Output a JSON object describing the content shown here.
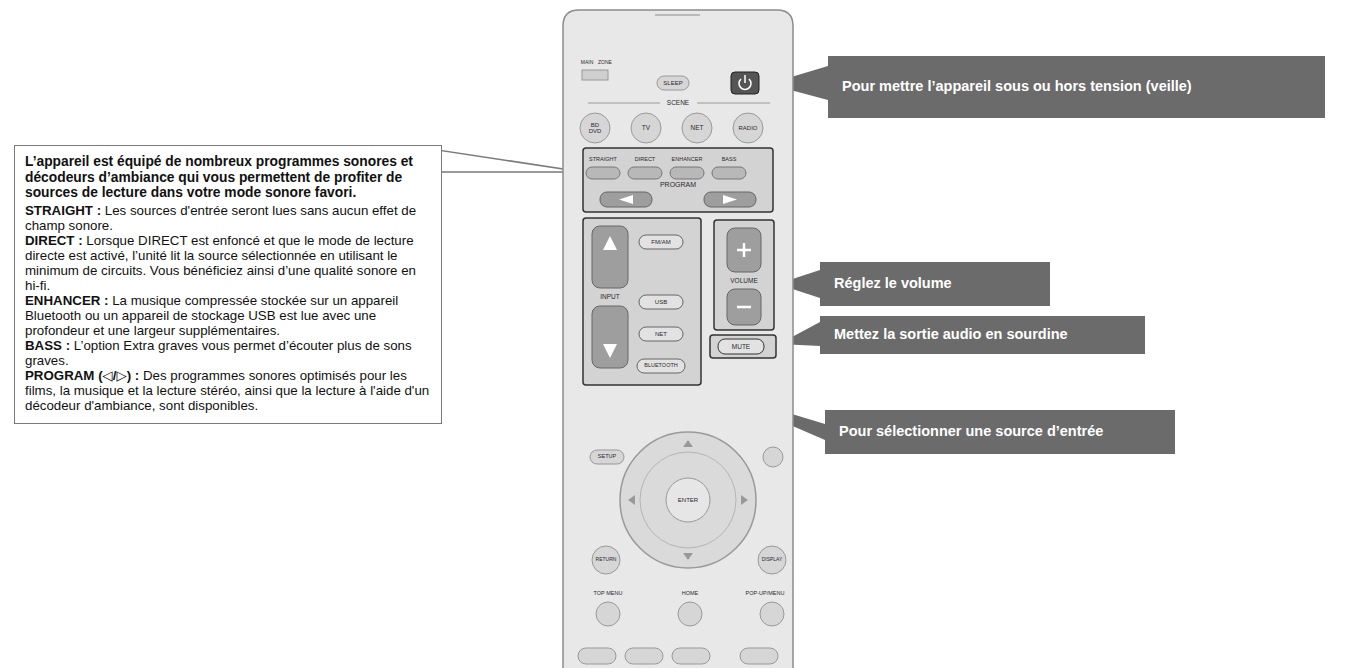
{
  "diagram": {
    "nodes": [
      {
        "text": [
          "Pour mettre l’appareil sous ou hors tension (veille)"
        ]
      },
      {
        "text": [
          "L’appareil est équipé de nombreux programmes sonores et décodeurs d’ambiance qui vous permettent de profiter de sources de lecture dans votre mode sonore favori.",
          "STRAIGHT :",
          "Les sources d'entrée seront lues sans aucun effet de champ sonore.",
          "DIRECT :",
          "Lorsque DIRECT est enfoncé et que le mode de lecture directe est activé, l’unité lit la source sélectionnée en utilisant le minimum de circuits. Vous bénéficiez ainsi d’une qualité sonore en hi-fi.",
          "ENHANCER :",
          "La musique compressée stockée sur un appareil Bluetooth ou un appareil de stockage USB est lue avec une profondeur et une largeur supplémentaires.",
          "BASS :",
          "L’option Extra graves vous permet d’écouter plus de sons graves.",
          "PROGRAM (◁/▷) :",
          "Des programmes sonores optimisés pour les films, la musique et la lecture stéréo, ainsi que la lecture à l'aide d'un décodeur d'ambiance, sont disponibles."
        ]
      },
      {
        "text": [
          "Réglez le volume"
        ]
      },
      {
        "text": [
          "Mettez la sortie audio en sourdine"
        ]
      },
      {
        "text": [
          "Pour sélectionner une source d’entrée"
        ]
      }
    ],
    "labels": [
      "MAIN",
      "ZONE",
      "SLEEP",
      "SCENE",
      "BD DVD",
      "TV",
      "NET",
      "RADIO",
      "STRAIGHT",
      "DIRECT",
      "ENHANCER",
      "BASS",
      "PROGRAM",
      "INPUT",
      "FM/AM",
      "USB",
      "NET",
      "BLUETOOTH",
      "VOLUME",
      "MUTE",
      "SETUP",
      "ENTER",
      "RETURN",
      "DISPLAY",
      "TOP MENU",
      "HOME",
      "POP-UP/MENU"
    ]
  }
}
